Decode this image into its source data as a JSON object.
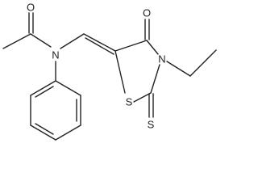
{
  "molecule": {
    "atoms": {
      "acetyl_oxygen": "O",
      "amide_nitrogen": "N",
      "ring_nitrogen": "N",
      "ring_sulfur": "S",
      "carbonyl_oxygen": "O",
      "thione_sulfur": "S"
    }
  }
}
